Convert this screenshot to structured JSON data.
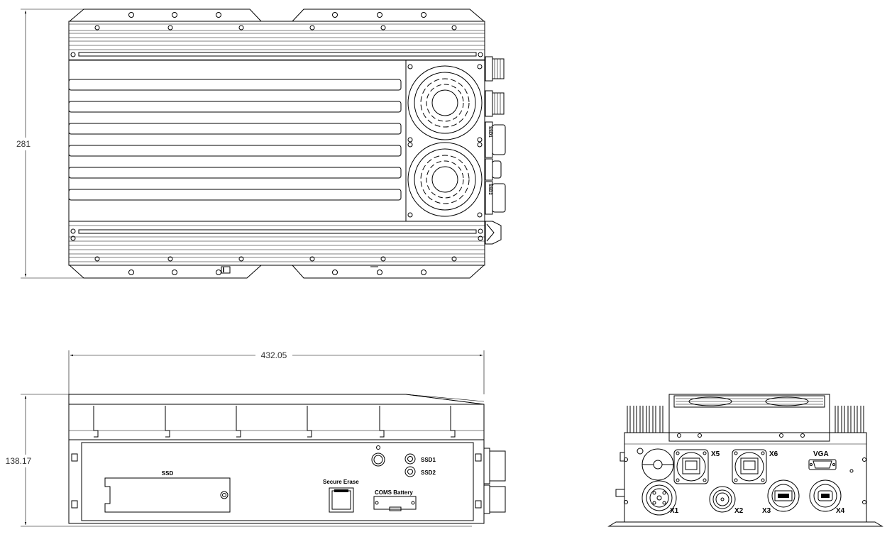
{
  "dimensions": {
    "height_top": "281",
    "width_front": "432.05",
    "height_front": "138.17"
  },
  "front_labels": {
    "ssd": "SSD",
    "secure_erase": "Secure Erase",
    "coms_battery": "COMS Battery",
    "ssd1": "SSD1",
    "ssd2": "SSD2"
  },
  "side_labels": {
    "x1": "X1",
    "x2": "X2",
    "x3": "X3",
    "x4": "X4",
    "x5": "X5",
    "x6": "X6",
    "vga": "VGA"
  },
  "vertical_labels": {
    "ssd1": "SSD1",
    "ssd2": "SSD2"
  }
}
